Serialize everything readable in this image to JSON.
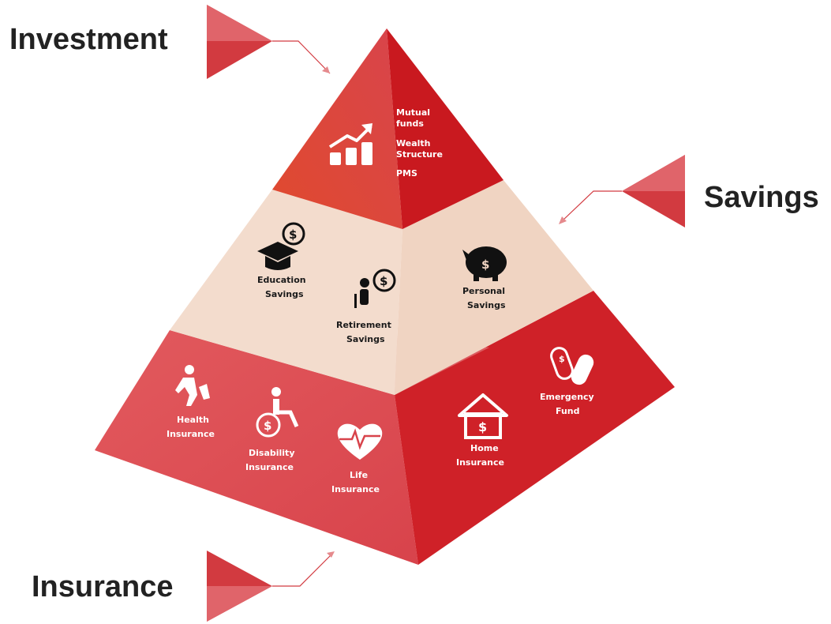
{
  "colors": {
    "red_dark": "#c8181e",
    "red_mid": "#d42a32",
    "red_light": "#e2545a",
    "beige": "#f3d9c8",
    "beige_shade": "#ebc8b6",
    "text_dark": "#222222",
    "text_light": "#ffffff"
  },
  "tiers": {
    "investment": {
      "label": "Investment",
      "items": [
        "Mutual",
        "funds",
        "Wealth",
        "Structure",
        "PMS"
      ],
      "icon": "growth-coins-icon"
    },
    "savings": {
      "label": "Savings",
      "items": {
        "education": {
          "line1": "Education",
          "line2": "Savings",
          "icon": "graduation-cap-dollar-icon"
        },
        "retirement": {
          "line1": "Retirement",
          "line2": "Savings",
          "icon": "elder-dollar-icon"
        },
        "personal": {
          "line1": "Personal",
          "line2": "Savings",
          "icon": "piggy-bank-icon"
        }
      }
    },
    "insurance": {
      "label": "Insurance",
      "items": {
        "health": {
          "line1": "Health",
          "line2": "Insurance",
          "icon": "injured-person-icon"
        },
        "disability": {
          "line1": "Disability",
          "line2": "Insurance",
          "icon": "wheelchair-dollar-icon"
        },
        "life": {
          "line1": "Life",
          "line2": "Insurance",
          "icon": "heartbeat-icon"
        },
        "home": {
          "line1": "Home",
          "line2": "Insurance",
          "icon": "house-dollar-icon"
        },
        "emergency": {
          "line1": "Emergency",
          "line2": "Fund",
          "icon": "pill-capsule-icon"
        }
      }
    }
  }
}
